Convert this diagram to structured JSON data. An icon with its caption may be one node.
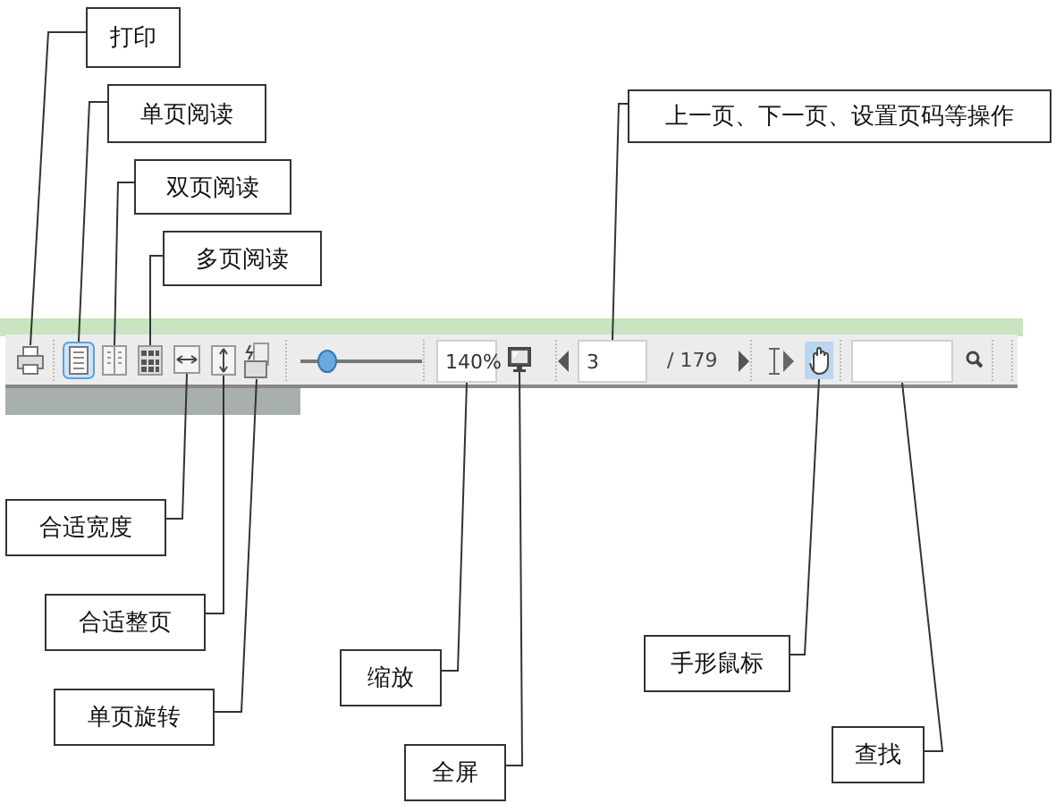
{
  "diagram": {
    "nodes": [
      {
        "text": [
          "打印"
        ]
      },
      {
        "text": [
          "单页阅读"
        ]
      },
      {
        "text": [
          "双页阅读"
        ]
      },
      {
        "text": [
          "多页阅读"
        ]
      },
      {
        "text": [
          "上一页、下一页、设置页码等操作"
        ]
      },
      {
        "text": [],
        "shape": "icon"
      },
      {
        "text": [],
        "shape": "icon"
      },
      {
        "text": [],
        "shape": "icon"
      },
      {
        "text": [],
        "shape": "icon"
      },
      {
        "text": [],
        "shape": "icon"
      },
      {
        "text": [],
        "shape": "icon"
      },
      {
        "text": [],
        "shape": "icon"
      },
      {
        "text": [
          "140%"
        ]
      },
      {
        "text": [],
        "shape": "icon"
      },
      {
        "text": [
          "3"
        ]
      },
      {
        "text": [],
        "shape": "icon"
      },
      {
        "text": [],
        "shape": "box"
      },
      {
        "text": [
          "合适宽度"
        ]
      },
      {
        "text": [
          "合适整页"
        ]
      },
      {
        "text": [
          "单页旋转"
        ]
      },
      {
        "text": [
          "缩放"
        ]
      },
      {
        "text": [
          "全屏"
        ]
      },
      {
        "text": [
          "手形鼠标"
        ]
      },
      {
        "text": [
          "查找"
        ]
      }
    ],
    "edges": [
      {
        "from": 0,
        "to": 5,
        "arrow": "none"
      },
      {
        "from": 1,
        "to": 6,
        "arrow": "none"
      },
      {
        "from": 2,
        "to": 7,
        "arrow": "none"
      },
      {
        "from": 3,
        "to": 8,
        "arrow": "none"
      },
      {
        "from": 4,
        "to": 14,
        "arrow": "none"
      },
      {
        "from": 17,
        "to": 9,
        "arrow": "none"
      },
      {
        "from": 18,
        "to": 10,
        "arrow": "none"
      },
      {
        "from": 19,
        "to": 11,
        "arrow": "none"
      },
      {
        "from": 20,
        "to": 12,
        "arrow": "none"
      },
      {
        "from": 21,
        "to": 13,
        "arrow": "none"
      },
      {
        "from": 22,
        "to": 15,
        "arrow": "none"
      },
      {
        "from": 23,
        "to": 16,
        "arrow": "none"
      }
    ],
    "labels": [
      "/ 179"
    ]
  }
}
